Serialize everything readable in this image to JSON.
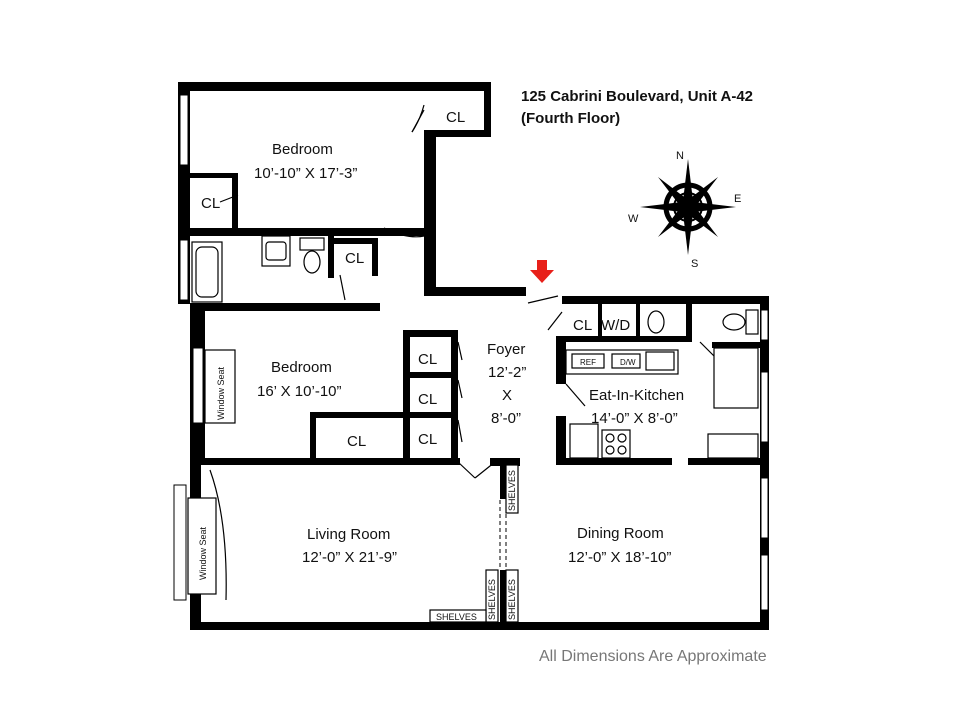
{
  "title": {
    "line1": "125 Cabrini Boulevard, Unit A-42",
    "line2": "(Fourth Floor)"
  },
  "compass": {
    "n": "N",
    "s": "S",
    "e": "E",
    "w": "W"
  },
  "rooms": {
    "bedroom1": {
      "name": "Bedroom",
      "dims": "10’-10” X 17’-3”"
    },
    "bedroom2": {
      "name": "Bedroom",
      "dims": "16’ X 10’-10”"
    },
    "foyer": {
      "name": "Foyer",
      "dims1": "12’-2”",
      "dims2": "X",
      "dims3": "8’-0”"
    },
    "kitchen": {
      "name": "Eat-In-Kitchen",
      "dims": "14’-0” X 8’-0”"
    },
    "living": {
      "name": "Living Room",
      "dims": "12’-0” X 21’-9”"
    },
    "dining": {
      "name": "Dining Room",
      "dims": "12’-0” X 18’-10”"
    }
  },
  "closet_label": "CL",
  "washer_dryer_label": "W/D",
  "window_seat_label": "Window Seat",
  "shelves_label": "SHELVES",
  "ref_label": "REF",
  "dw_label": "D/W",
  "footer": "All Dimensions Are Approximate",
  "colors": {
    "wall": "#000000",
    "entry_arrow": "#e8201a",
    "footer_text": "#777777"
  }
}
